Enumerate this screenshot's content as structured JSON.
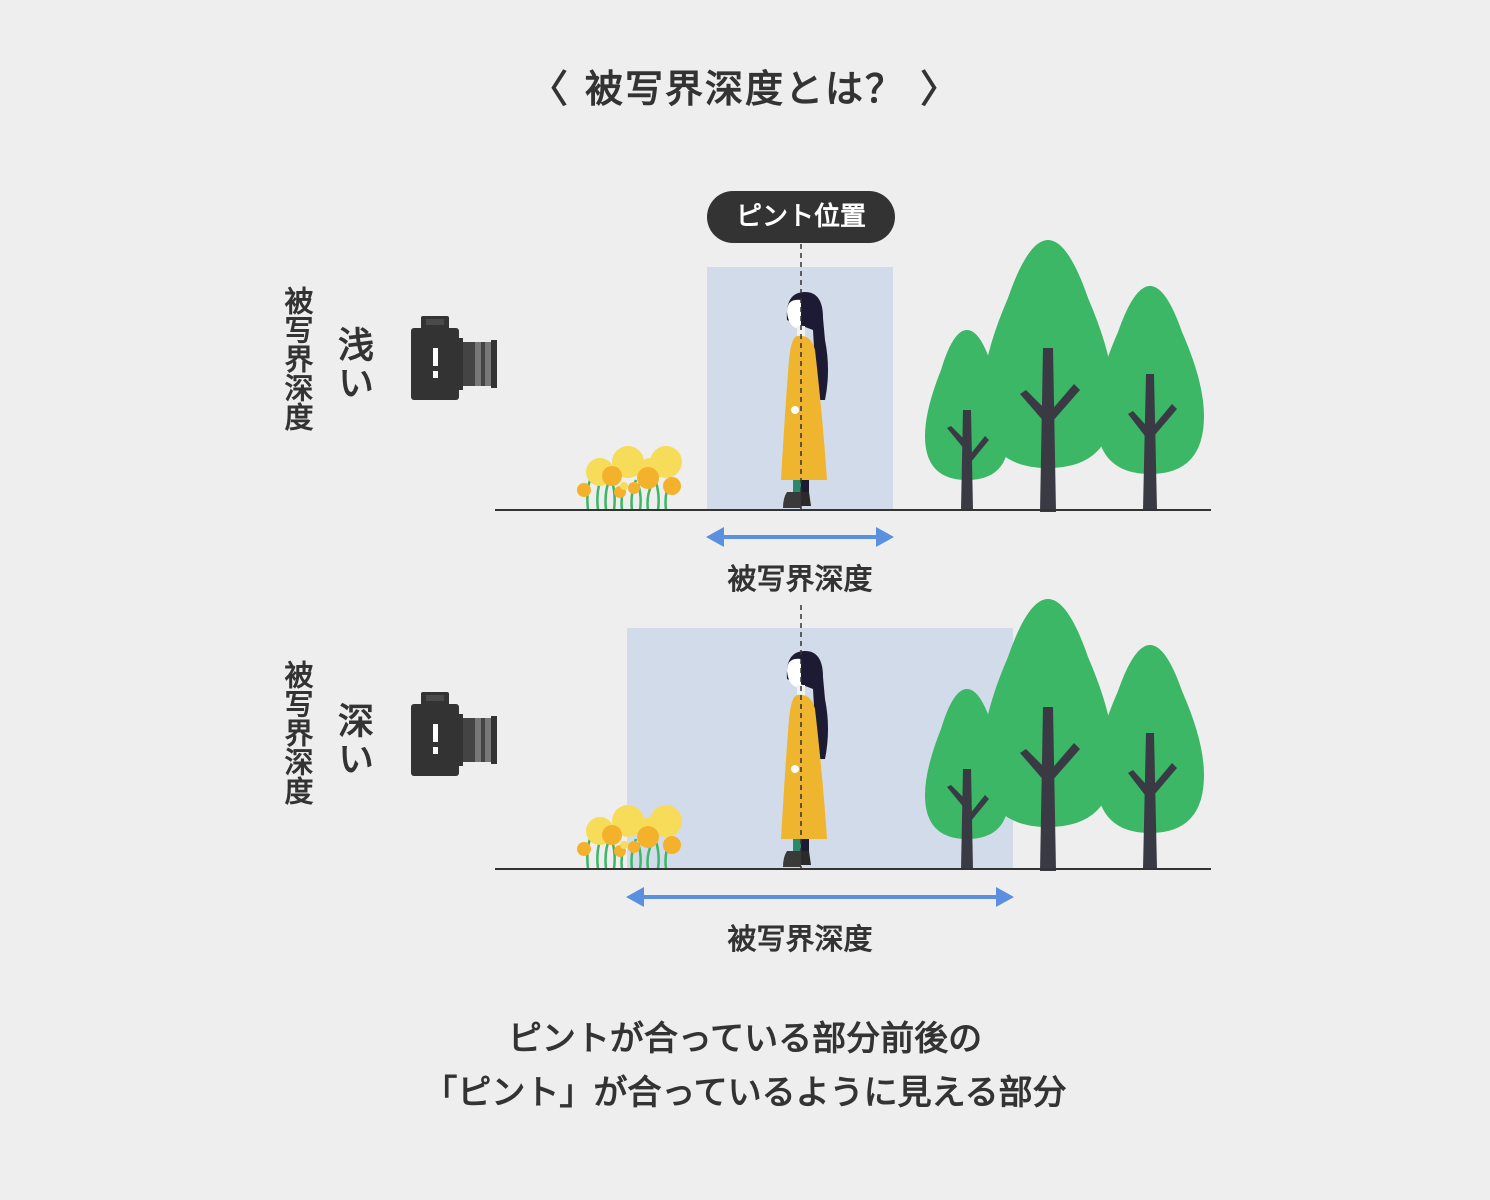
{
  "title": "〈 被写界深度とは？ 〉",
  "focus_label": "ピント位置",
  "rows": [
    {
      "outer_label": "被写界深度",
      "inner_label": "浅い",
      "dof_label": "被写界深度"
    },
    {
      "outer_label": "被写界深度",
      "inner_label": "深い",
      "dof_label": "被写界深度"
    }
  ],
  "caption": {
    "line1": "ピントが合っている部分前後の",
    "line2": "「ピント」が合っているように見える部分"
  },
  "colors": {
    "background": "#eeeeee",
    "text": "#333333",
    "dof_zone": "#d2dbea",
    "arrow": "#5b8fe0",
    "tree": "#3bb765",
    "trunk": "#3a3a45",
    "coat": "#f0b52e",
    "flower_light": "#f7dc5a",
    "flower_dark": "#f4b22c",
    "stem": "#3bb765"
  },
  "icons": [
    "camera-icon",
    "person-figure",
    "flower-cluster",
    "tree-icon",
    "double-arrow-icon"
  ]
}
